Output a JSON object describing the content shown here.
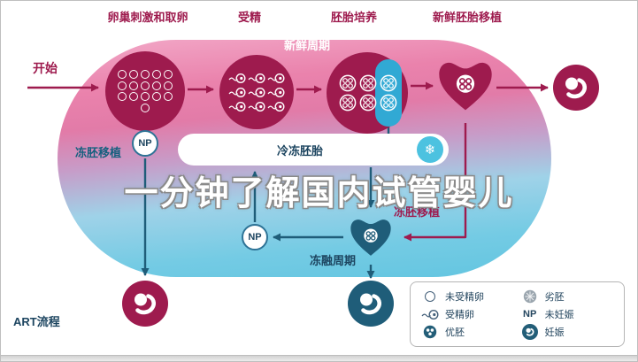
{
  "watermark": "一分钟了解国内试管婴儿",
  "stages": [
    {
      "label": "卵巢刺激和取卵"
    },
    {
      "label": "受精"
    },
    {
      "label": "胚胎培养"
    },
    {
      "label": "新鲜胚胎移植"
    }
  ],
  "flow": {
    "start_label": "开始",
    "fresh_cycle_label": "新鲜周期",
    "frozen_embryo_label": "冷冻胚胎",
    "frozen_transfer_left_label": "冻胚移植",
    "frozen_transfer_right_label": "冻胚移植",
    "thaw_cycle_label": "冻融周期",
    "np_top_label": "NP",
    "np_bottom_label": "NP",
    "art_process_label": "ART流程"
  },
  "icons": {
    "snowflake": "❄"
  },
  "legend": {
    "np_symbol": "NP",
    "items": [
      {
        "icon": "unfertilized-egg",
        "label": "未受精卵"
      },
      {
        "icon": "poor-embryo",
        "label": "劣胚"
      },
      {
        "icon": "fertilized-egg",
        "label": "受精卵"
      },
      {
        "icon": "np",
        "label": "未妊娠"
      },
      {
        "icon": "good-embryo",
        "label": "优胚"
      },
      {
        "icon": "baby",
        "label": "妊娠"
      }
    ]
  },
  "colors": {
    "maroon": "#9e1b4e",
    "teal": "#1f5d79",
    "light_blue": "#4cc2e0",
    "pink_top": "#ec86b0",
    "blue_bottom": "#6cc9e3"
  }
}
